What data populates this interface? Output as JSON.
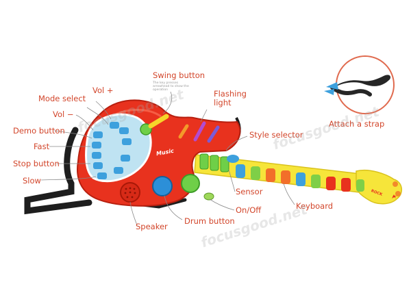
{
  "labels": {
    "swing_button": "Swing button",
    "swing_note": "The key presses arrowhead to show the operation",
    "vol_plus": "Vol +",
    "mode_select": "Mode select",
    "flashing_light": "Flashing light",
    "vol_minus": "Vol −",
    "demo_button": "Demo button",
    "style_selector": "Style selector",
    "fast": "Fast",
    "stop_button": "Stop button",
    "slow": "Slow",
    "sensor": "Sensor",
    "keyboard": "Keyboard",
    "on_off": "On/Off",
    "drum_button": "Drum button",
    "speaker": "Speaker",
    "attach_strap": "Attach a strap"
  },
  "guitar": {
    "logo_text": "Music",
    "headstock_text": "ROCK",
    "body_color": "#e8321e",
    "neck_color": "#f6e53a",
    "panel_color": "#bfe3f2"
  },
  "watermark": "focusgood.net"
}
